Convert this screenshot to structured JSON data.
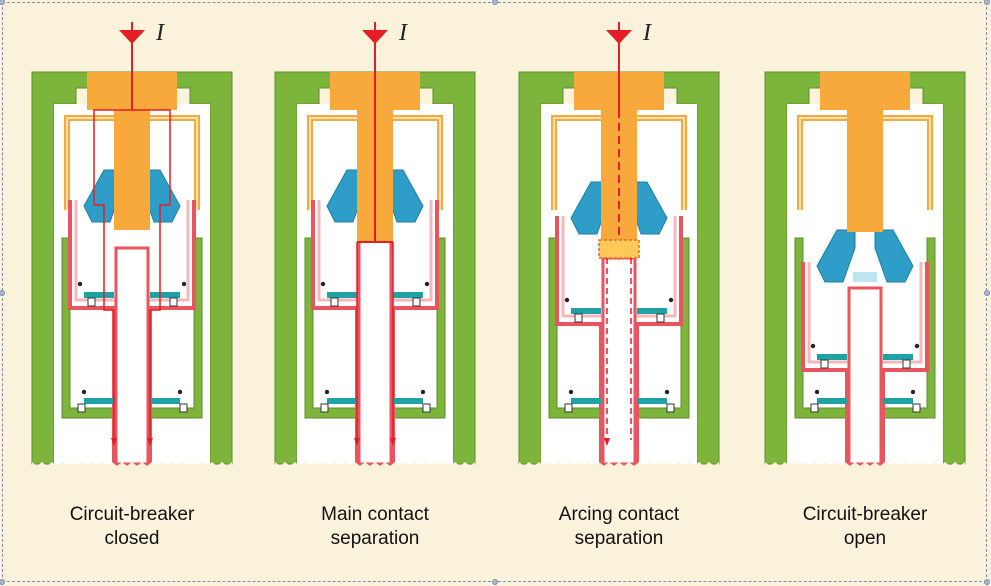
{
  "current_symbol": "I",
  "panels": [
    {
      "line1": "Circuit-breaker",
      "line2": "closed"
    },
    {
      "line1": "Main contact",
      "line2": "separation"
    },
    {
      "line1": "Arcing contact",
      "line2": "separation"
    },
    {
      "line1": "Circuit-breaker",
      "line2": "open"
    }
  ],
  "colors": {
    "background": "#fbf2dc",
    "housing": "#7db43c",
    "conductor": "#f7a93b",
    "nozzle": "#2e9ec9",
    "contact_outline": "#e8555f",
    "current_path": "#e31e24"
  }
}
